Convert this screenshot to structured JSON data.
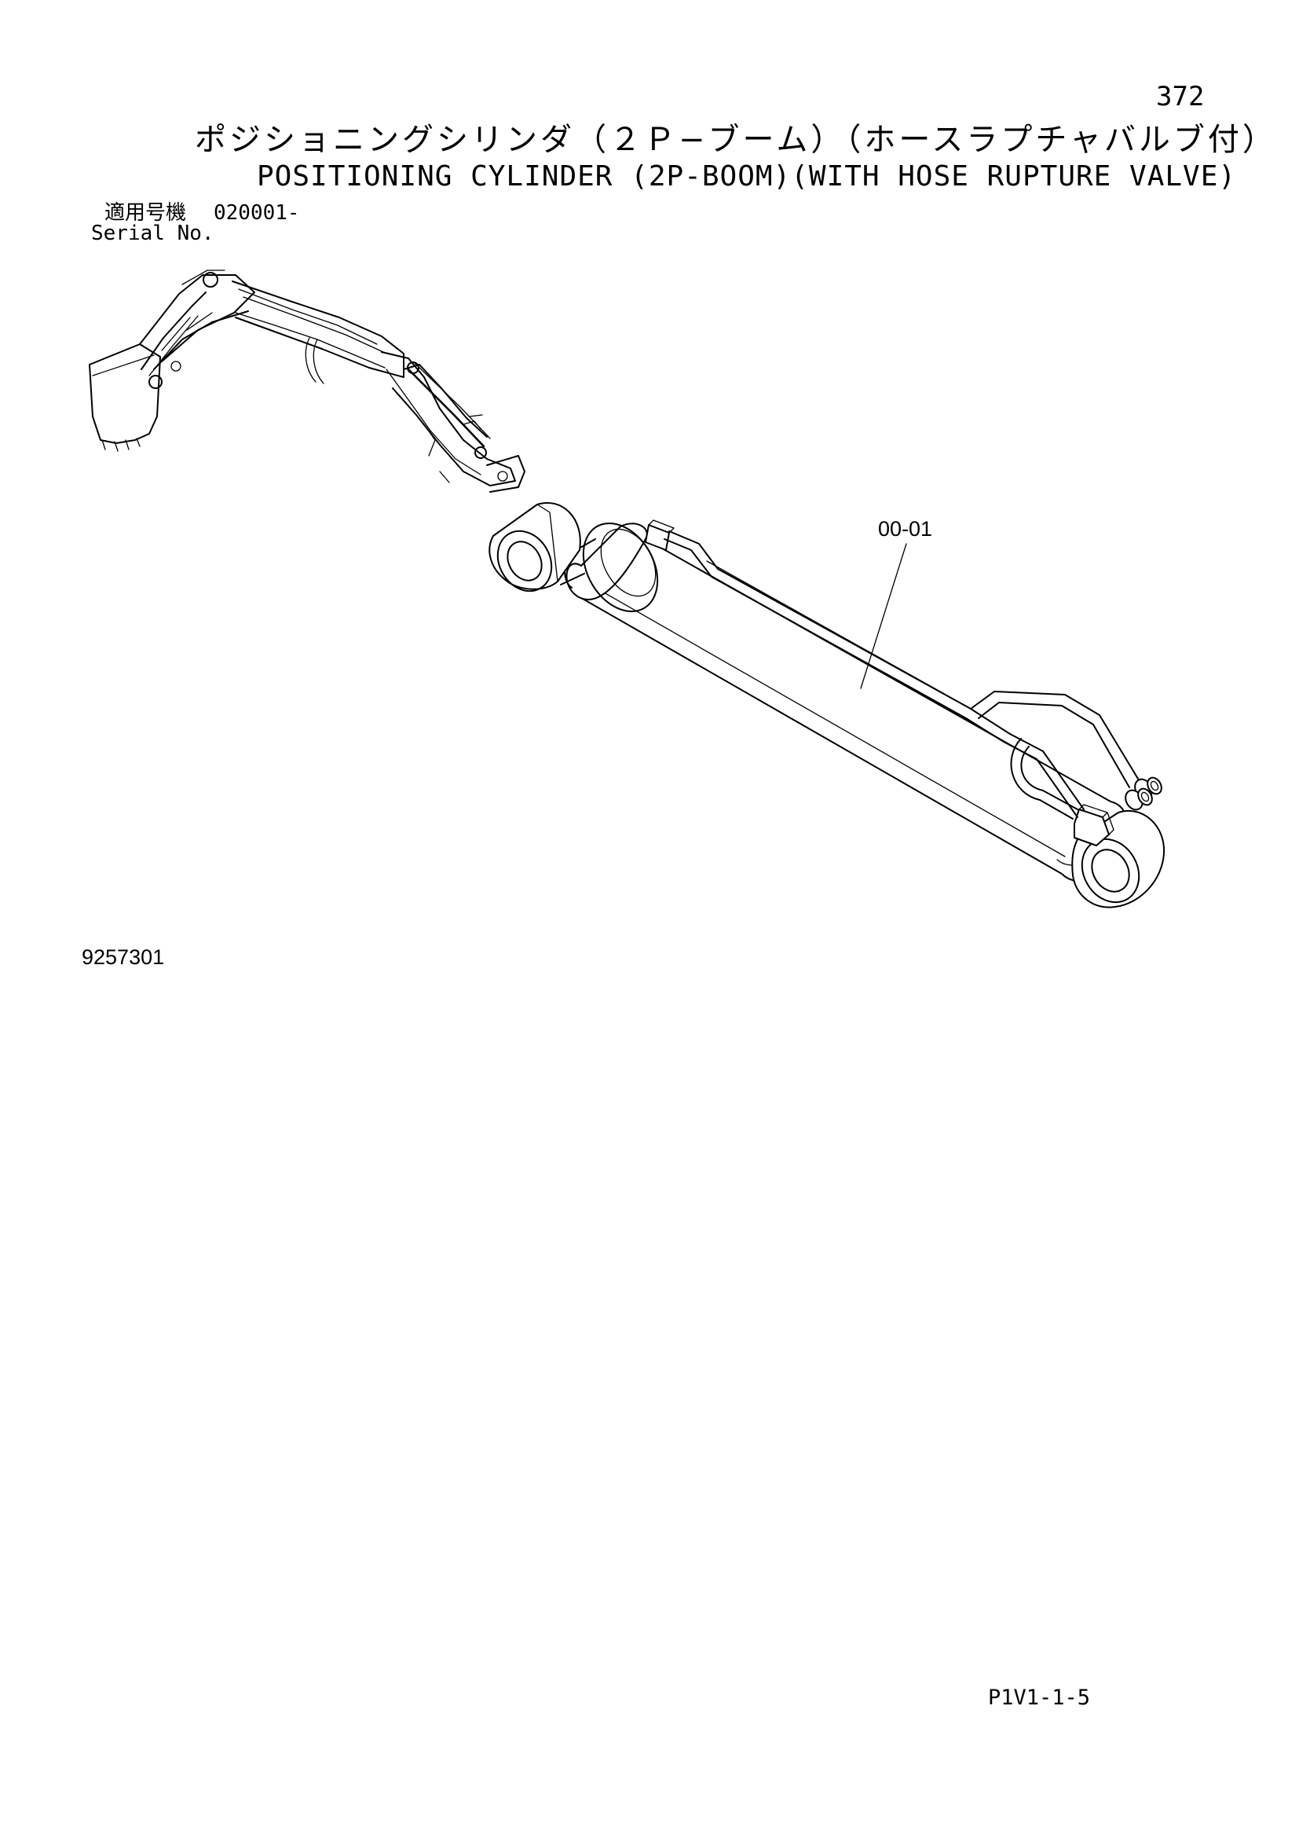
{
  "page": {
    "number": "372",
    "title_jp": "ポジショニングシリンダ（２Ｐ−ブーム）（ホースラプチャバルブ付）",
    "title_en": "POSITIONING CYLINDER (2P-BOOM)(WITH HOSE RUPTURE VALVE)",
    "serial_label_jp": "適用号機",
    "serial_value": "020001-",
    "serial_label_en": "Serial No.",
    "drawing_number": "9257301",
    "page_code": "P1V1-1-5"
  },
  "callouts": [
    {
      "label": "00-01"
    }
  ]
}
